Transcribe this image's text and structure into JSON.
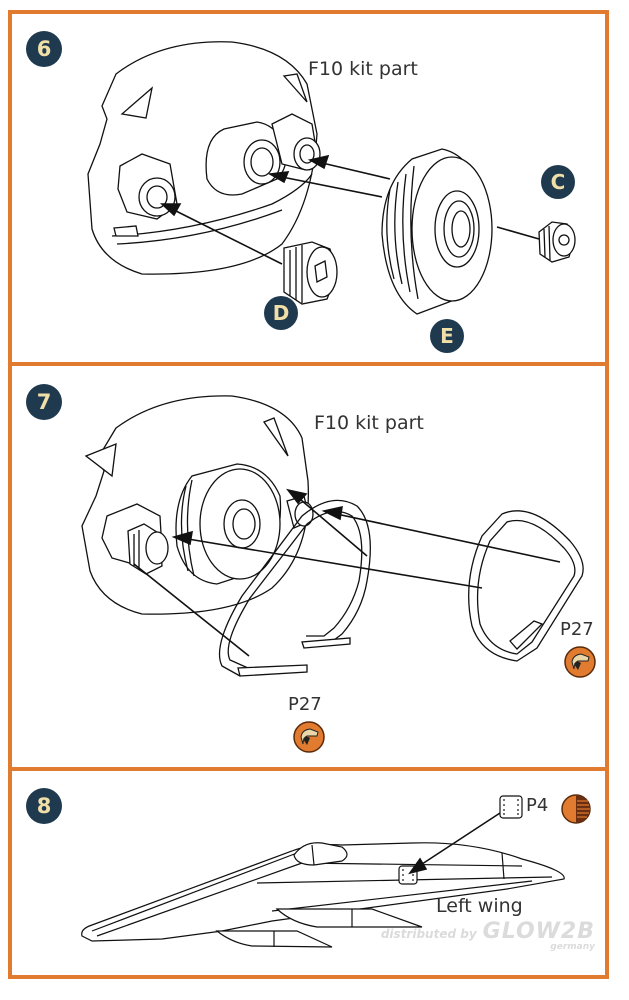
{
  "steps": [
    {
      "number": "6",
      "kit_part_label": "F10 kit part",
      "parts": [
        {
          "letter": "C"
        },
        {
          "letter": "D"
        },
        {
          "letter": "E"
        }
      ]
    },
    {
      "number": "7",
      "kit_part_label": "F10 kit part",
      "parts": [
        {
          "code": "P27",
          "icon": "photo-etch-part-icon"
        },
        {
          "code": "P27",
          "icon": "photo-etch-part-icon"
        }
      ]
    },
    {
      "number": "8",
      "location_label": "Left wing",
      "parts": [
        {
          "code": "P4",
          "icon": "paint-half-color-icon"
        }
      ]
    }
  ],
  "watermark": {
    "line1": "distributed by",
    "line2": "GLOW2B",
    "line3": "germany"
  },
  "colors": {
    "frame": "#e07b2f",
    "badge_bg": "#1f3a4f",
    "badge_text": "#f1dfa8",
    "pe_icon_bg": "#e07b2f",
    "line": "#111111"
  }
}
